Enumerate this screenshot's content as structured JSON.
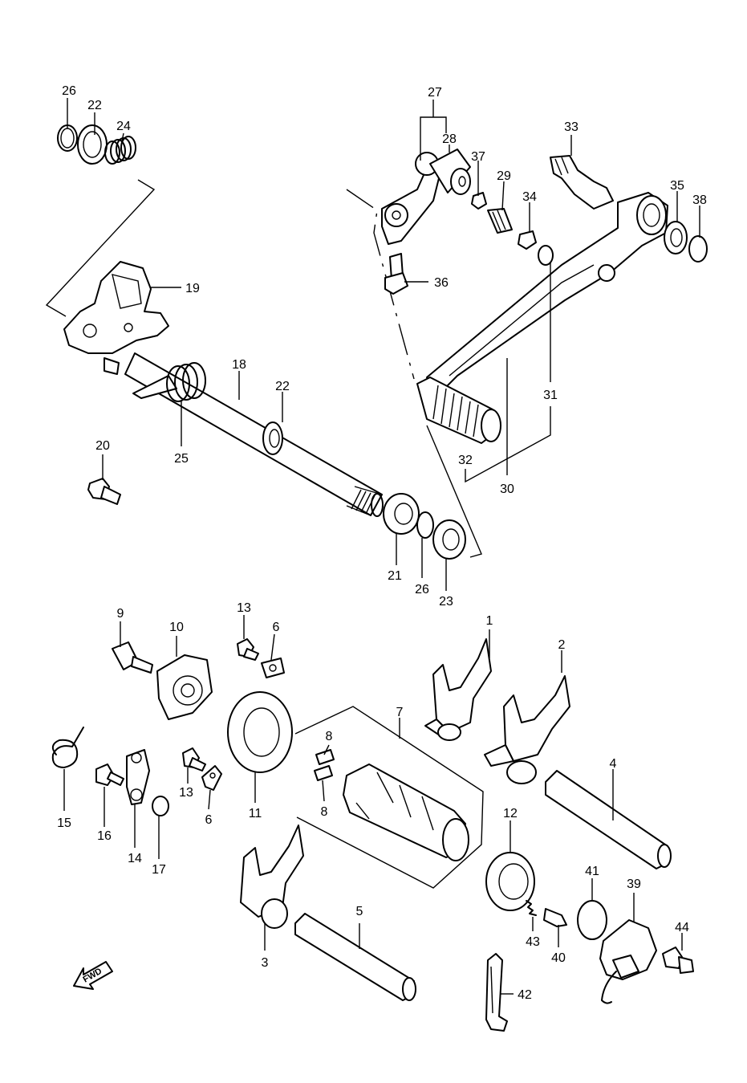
{
  "callouts": {
    "c1": "1",
    "c2": "2",
    "c3": "3",
    "c4": "4",
    "c5": "5",
    "c6a": "6",
    "c6b": "6",
    "c7": "7",
    "c8a": "8",
    "c8b": "8",
    "c9": "9",
    "c10": "10",
    "c11": "11",
    "c12": "12",
    "c13a": "13",
    "c13b": "13",
    "c14": "14",
    "c15": "15",
    "c16": "16",
    "c17": "17",
    "c18": "18",
    "c19": "19",
    "c20": "20",
    "c21": "21",
    "c22a": "22",
    "c22b": "22",
    "c23": "23",
    "c24": "24",
    "c25": "25",
    "c26a": "26",
    "c26b": "26",
    "c27": "27",
    "c28": "28",
    "c29": "29",
    "c30": "30",
    "c31": "31",
    "c32": "32",
    "c33": "33",
    "c34": "34",
    "c35": "35",
    "c36": "36",
    "c37": "37",
    "c38": "38",
    "c39": "39",
    "c40": "40",
    "c41": "41",
    "c42": "42",
    "c43": "43",
    "c44": "44"
  },
  "direction_marker": {
    "label": "FWD",
    "icon": "forward-arrow-icon"
  }
}
